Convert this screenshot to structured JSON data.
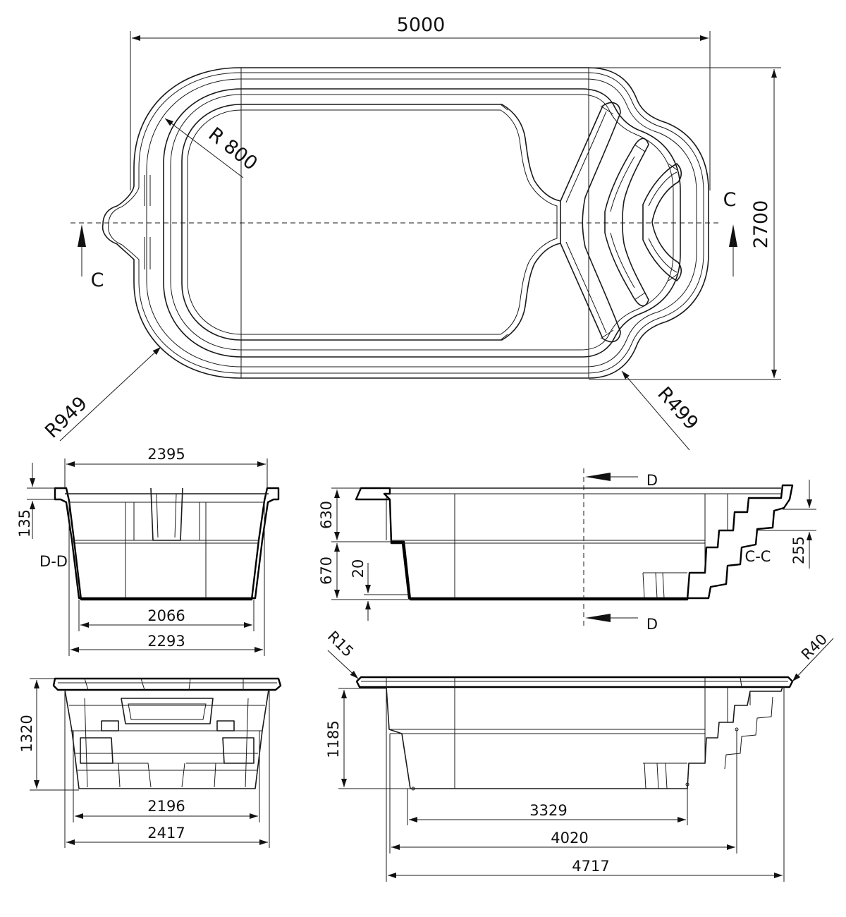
{
  "plan": {
    "overall_length": "5000",
    "overall_width": "2700",
    "radius_inner_corner": "R 800",
    "radius_outer_corner": "R949",
    "radius_step_corner": "R499",
    "section_mark": "C"
  },
  "section_dd": {
    "label": "D-D",
    "top_width": "2395",
    "rim_height": "135",
    "bottom_width": "2066",
    "mid_width": "2293"
  },
  "section_cc": {
    "label": "C-C",
    "upper_depth": "630",
    "lower_depth": "670",
    "floor_step": "20",
    "step_rise": "255",
    "cut_mark": "D"
  },
  "end_view": {
    "height": "1320",
    "bottom_width": "2196",
    "top_width": "2417"
  },
  "side_view": {
    "radius_left": "R15",
    "radius_right": "R40",
    "depth": "1185",
    "floor_length": "3329",
    "mid_length": "4020",
    "overall_length": "4717"
  }
}
